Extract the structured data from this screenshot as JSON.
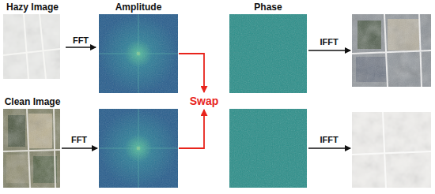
{
  "diagram": {
    "nodes": [
      {
        "text": [
          "Hazy Image"
        ]
      },
      {
        "text": [
          "Amplitude"
        ]
      },
      {
        "text": [
          "Phase"
        ]
      },
      {
        "text": [
          "Clean Image"
        ]
      }
    ],
    "edges": [
      {
        "from": 0,
        "to": 1,
        "arrow": "to",
        "label": "FFT"
      }
    ],
    "labels": [
      "FFT",
      "Swap",
      "IFFT",
      "IFFT"
    ]
  }
}
